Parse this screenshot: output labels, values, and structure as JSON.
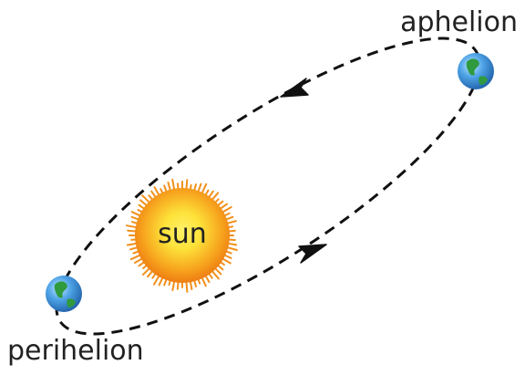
{
  "labels": {
    "sun": "sun",
    "aphelion": "aphelion",
    "perihelion": "perihelion"
  },
  "icons": {
    "sun": "sun-icon",
    "earth_aphelion": "earth-icon",
    "earth_perihelion": "earth-icon",
    "direction_arrows": "arrowhead-icon"
  },
  "colors": {
    "orbit": "#111111",
    "sun_core": "#fde33a",
    "sun_outer": "#f08a12",
    "earth_ocean": "#3b8fd9",
    "earth_land": "#2f9a3e",
    "label_text": "#222222"
  }
}
